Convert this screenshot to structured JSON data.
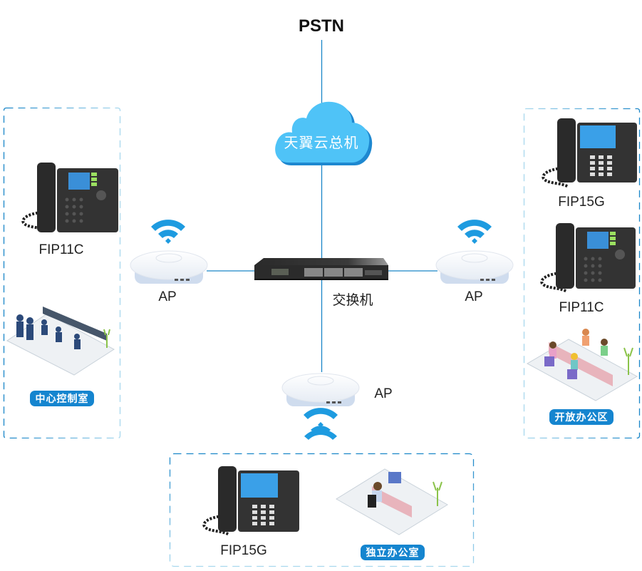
{
  "diagram": {
    "top_node": "PSTN",
    "cloud": {
      "label": "天翼云总机",
      "color": "#4fc3f7",
      "shadow_color": "#1e88d0"
    },
    "switch": {
      "label": "交换机"
    },
    "access_points": [
      {
        "id": "ap-left",
        "label": "AP"
      },
      {
        "id": "ap-right",
        "label": "AP"
      },
      {
        "id": "ap-bottom",
        "label": "AP"
      }
    ],
    "zones": {
      "left": {
        "badge": "中心控制室",
        "devices": [
          {
            "model": "FIP11C"
          }
        ],
        "scene": "control-room-illustration"
      },
      "right": {
        "badge": "开放办公区",
        "devices": [
          {
            "model": "FIP15G"
          },
          {
            "model": "FIP11C"
          }
        ],
        "scene": "open-office-illustration"
      },
      "bottom": {
        "badge": "独立办公室",
        "devices": [
          {
            "model": "FIP15G"
          }
        ],
        "scene": "private-office-illustration"
      }
    },
    "colors": {
      "link": "#1a86c8",
      "border_dark": "#1a86c8",
      "border_light": "#a8d8ee",
      "badge": "#1585cf",
      "wifi": "#1e9be0"
    }
  }
}
